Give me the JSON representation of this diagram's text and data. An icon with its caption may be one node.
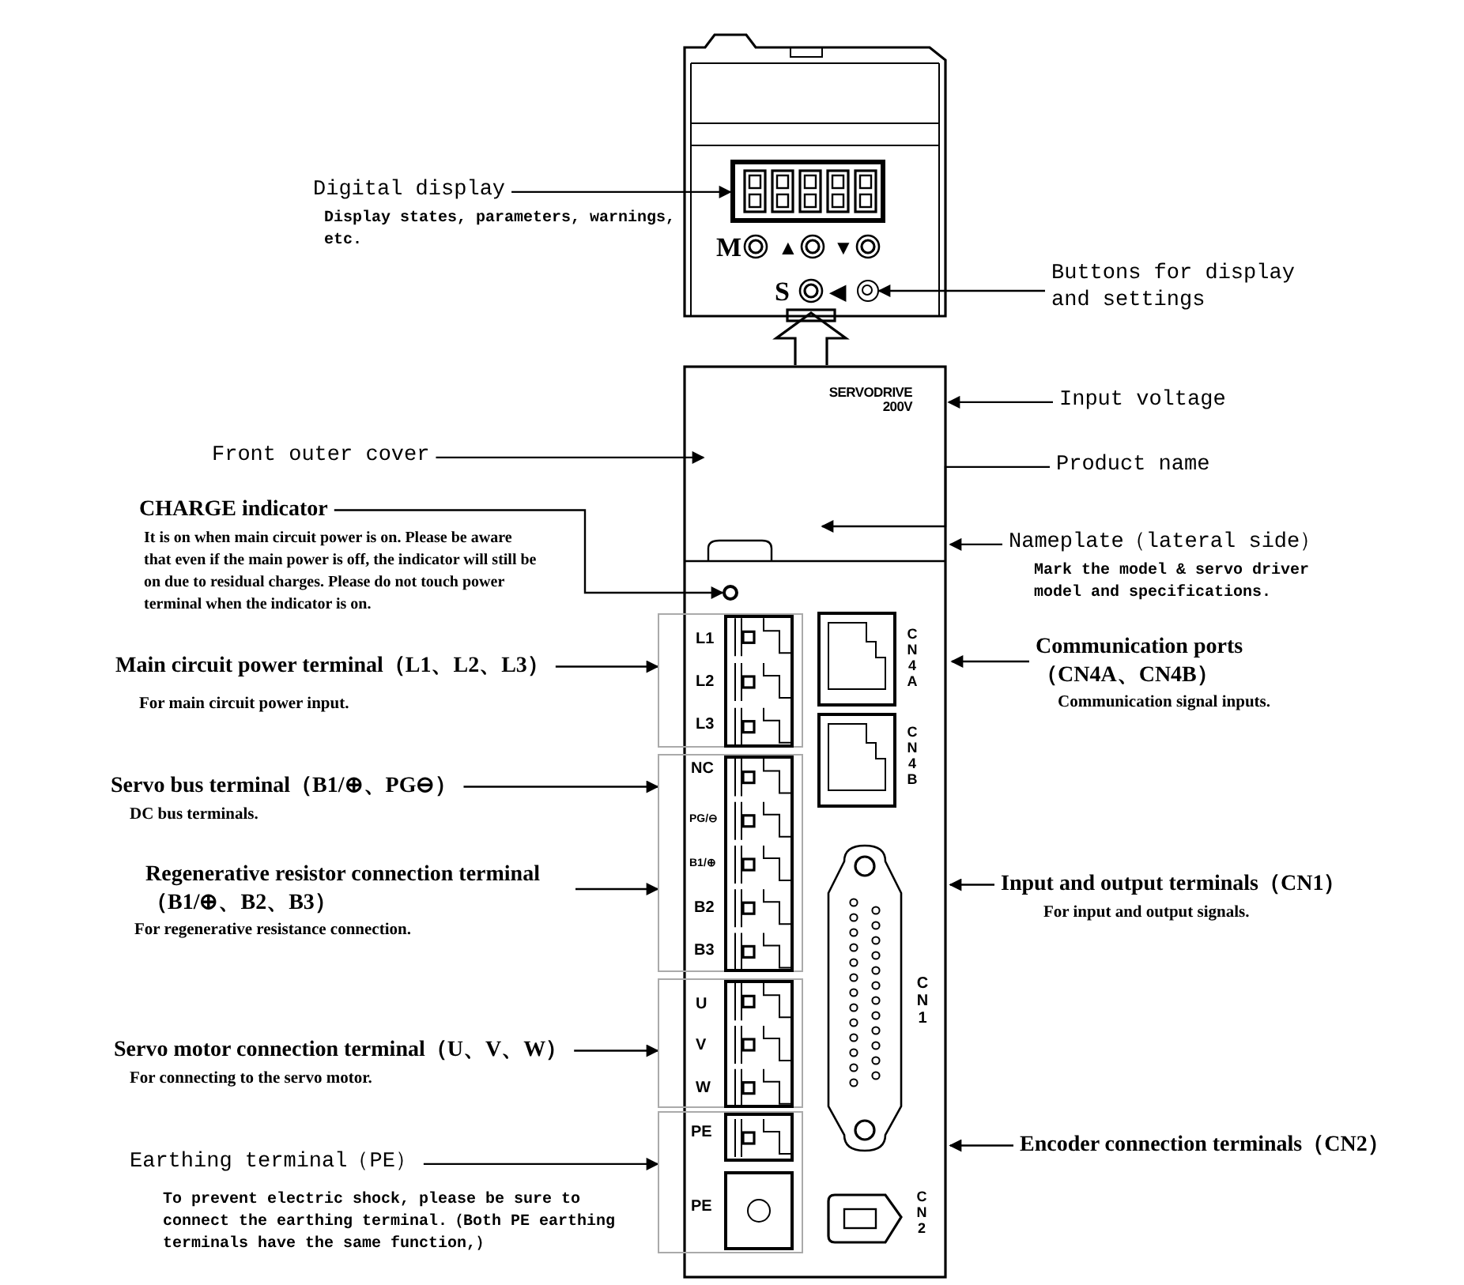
{
  "diagram": {
    "nodes": [
      {
        "text": [
          "Digital display",
          "Display states, parameters, warnings, etc."
        ]
      },
      {
        "text": [],
        "shape": "box"
      },
      {
        "text": [
          "Buttons for display and settings"
        ]
      },
      {
        "text": [],
        "shape": "circle"
      },
      {
        "text": [
          "Input voltage"
        ]
      },
      {
        "text": [
          "Front outer cover"
        ]
      },
      {
        "text": [
          "Product name"
        ]
      },
      {
        "text": [
          "Nameplate（lateral side）",
          "Mark the model & servo driver model and specifications."
        ]
      },
      {
        "text": [
          "CHARGE indicator",
          "It is on when main circuit power is on. Please be aware that even if the main power is off, the indicator will still be on due to residual charges. Please do not touch power terminal when the indicator is on."
        ]
      },
      {
        "text": [],
        "shape": "circle"
      },
      {
        "text": [
          "Main circuit power terminal（L1、L2、L3）",
          "For main circuit power input."
        ]
      },
      {
        "text": [],
        "shape": "box"
      },
      {
        "text": [
          "Communication ports（CN4A、CN4B）",
          "Communication signal inputs."
        ]
      },
      {
        "text": [
          "Servo bus terminal（B1/⊕、PG⊖）",
          "DC bus terminals."
        ]
      },
      {
        "text": [],
        "shape": "box"
      },
      {
        "text": [
          "Regenerative resistor connection terminal（B1/⊕、B2、B3）",
          "For regenerative resistance connection."
        ]
      },
      {
        "text": [
          "Input and output terminals（CN1）",
          "For input and output signals."
        ]
      },
      {
        "text": [
          "Servo motor connection terminal（U、V、W）",
          "For connecting to the servo motor."
        ]
      },
      {
        "text": [],
        "shape": "box"
      },
      {
        "text": [
          "Earthing terminal（PE）",
          "To prevent electric shock, please be sure to connect the earthing terminal.（Both PE earthing terminals have the same function,）"
        ]
      },
      {
        "text": [],
        "shape": "box"
      },
      {
        "text": [
          "Encoder connection terminals（CN2）"
        ]
      }
    ],
    "edges": [
      {
        "from": 0,
        "to": 1,
        "arrow": "to"
      },
      {
        "from": 2,
        "to": 3,
        "arrow": "to"
      },
      {
        "from": 4,
        "to": null,
        "arrow": "to"
      },
      {
        "from": 5,
        "to": null,
        "arrow": "to"
      },
      {
        "from": 6,
        "to": null,
        "arrow": "to"
      },
      {
        "from": 7,
        "to": null,
        "arrow": "to"
      },
      {
        "from": 8,
        "to": 9,
        "arrow": "to"
      },
      {
        "from": 10,
        "to": 11,
        "arrow": "to"
      },
      {
        "from": 12,
        "to": null,
        "arrow": "to"
      },
      {
        "from": 13,
        "to": 14,
        "arrow": "to"
      },
      {
        "from": 15,
        "to": 14,
        "arrow": "to"
      },
      {
        "from": 16,
        "to": null,
        "arrow": "to"
      },
      {
        "from": 17,
        "to": 18,
        "arrow": "to"
      },
      {
        "from": 19,
        "to": 20,
        "arrow": "to"
      },
      {
        "from": 21,
        "to": null,
        "arrow": "to"
      }
    ],
    "labels": [
      "M",
      "▲",
      "▼",
      "S",
      "◀",
      "SERVODRIVE 200V",
      "L1",
      "L2",
      "L3",
      "CN4A",
      "CN4B",
      "NC",
      "PG/⊖",
      "B1/⊕",
      "B2",
      "B3",
      "CN1",
      "U",
      "V",
      "W",
      "PE",
      "PE",
      "CN2"
    ]
  }
}
